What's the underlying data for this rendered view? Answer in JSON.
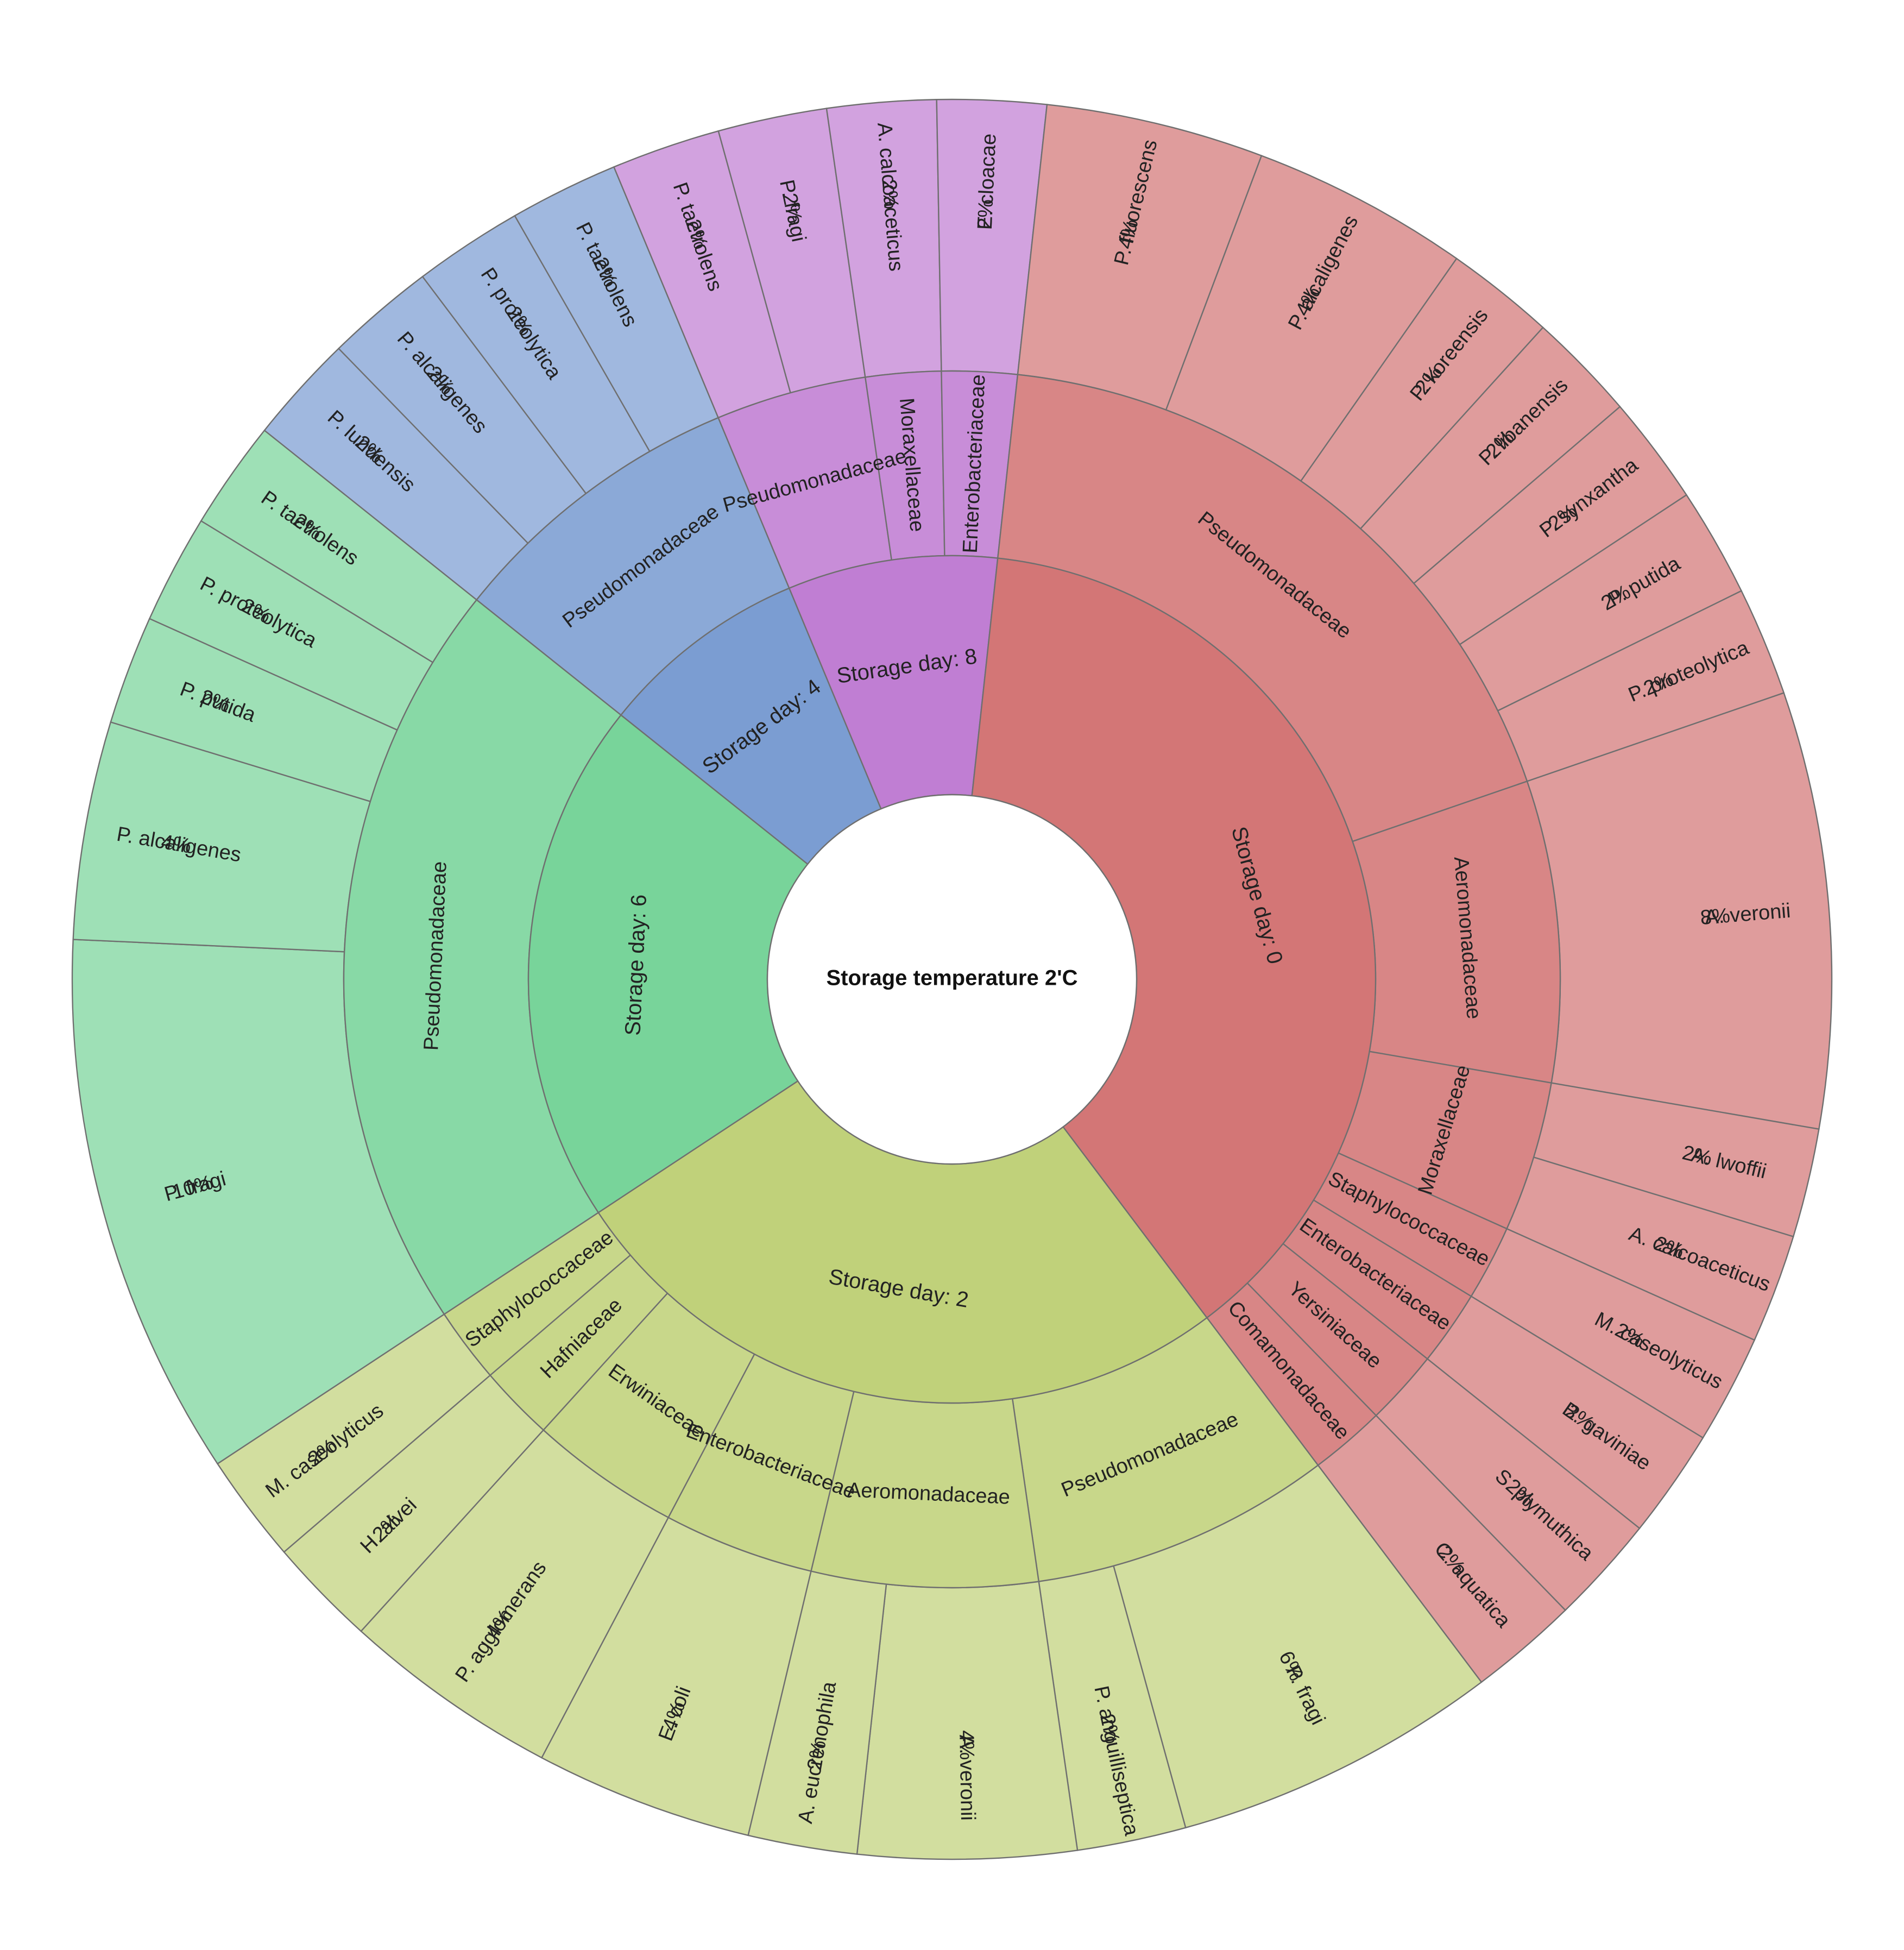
{
  "chart_data": {
    "type": "sunburst",
    "title": "Storage temperature 2'C",
    "days": [
      {
        "label": "Storage day: 2",
        "color": "#c0d17a",
        "families": [
          {
            "label": "Pseudomonadaceae",
            "children": [
              {
                "label": "P. fragi",
                "pct": "6%",
                "value": 6
              },
              {
                "label": "P. anguilliseptica",
                "pct": "2%",
                "value": 2
              }
            ]
          },
          {
            "label": "Aeromonadaceae",
            "children": [
              {
                "label": "A. veronii",
                "pct": "4%",
                "value": 4
              },
              {
                "label": "A. eucrenophila",
                "pct": "2%",
                "value": 2
              }
            ]
          },
          {
            "label": "Enterobacteriaceae",
            "children": [
              {
                "label": "E. coli",
                "pct": "4%",
                "value": 4
              }
            ]
          },
          {
            "label": "Erwiniaceae",
            "children": [
              {
                "label": "P. agglomerans",
                "pct": "4%",
                "value": 4
              }
            ]
          },
          {
            "label": "Hafniaceae",
            "children": [
              {
                "label": "H. alvei",
                "pct": "2%",
                "value": 2
              }
            ]
          },
          {
            "label": "Staphylococcaceae",
            "children": [
              {
                "label": "M. caseolyticus",
                "pct": "2%",
                "value": 2
              }
            ]
          }
        ]
      },
      {
        "label": "Storage day: 6",
        "color": "#78d49a",
        "families": [
          {
            "label": "Pseudomonadaceae",
            "children": [
              {
                "label": "P. fragi",
                "pct": "10%",
                "value": 10
              },
              {
                "label": "P. alcaligenes",
                "pct": "4%",
                "value": 4
              },
              {
                "label": "P. putida",
                "pct": "2%",
                "value": 2
              },
              {
                "label": "P. proteolytica",
                "pct": "2%",
                "value": 2
              },
              {
                "label": "P. taetrolens",
                "pct": "2%",
                "value": 2
              }
            ]
          }
        ]
      },
      {
        "label": "Storage day: 4",
        "color": "#7b9dd2",
        "families": [
          {
            "label": "Pseudomonadaceae",
            "children": [
              {
                "label": "P. lundensis",
                "pct": "2%",
                "value": 2
              },
              {
                "label": "P. alcaligenes",
                "pct": "2%",
                "value": 2
              },
              {
                "label": "P. proteolytica",
                "pct": "2%",
                "value": 2
              },
              {
                "label": "P. taetrolens",
                "pct": "2%",
                "value": 2
              }
            ]
          }
        ]
      },
      {
        "label": "Storage day: 8",
        "color": "#c07ed3",
        "families": [
          {
            "label": "Pseudomonadaceae",
            "children": [
              {
                "label": "P. taetrolens",
                "pct": "2%",
                "value": 2
              },
              {
                "label": "P. fragi",
                "pct": "2%",
                "value": 2
              }
            ]
          },
          {
            "label": "Moraxellaceae",
            "children": [
              {
                "label": "A. calcoaceticus",
                "pct": "2%",
                "value": 2
              }
            ]
          },
          {
            "label": "Enterobacteriaceae",
            "children": [
              {
                "label": "E. cloacae",
                "pct": "2%",
                "value": 2
              }
            ]
          }
        ]
      },
      {
        "label": "Storage day: 0",
        "color": "#d37676",
        "families": [
          {
            "label": "Pseudomonadaceae",
            "children": [
              {
                "label": "P. fluorescens",
                "pct": "4%",
                "value": 4
              },
              {
                "label": "P. alcaligenes",
                "pct": "4%",
                "value": 4
              },
              {
                "label": "P. koreensis",
                "pct": "2%",
                "value": 2
              },
              {
                "label": "P. libanensis",
                "pct": "2%",
                "value": 2
              },
              {
                "label": "P. synxantha",
                "pct": "2%",
                "value": 2
              },
              {
                "label": "P. putida",
                "pct": "2%",
                "value": 2
              },
              {
                "label": "P. proteolytica",
                "pct": "2%",
                "value": 2
              }
            ]
          },
          {
            "label": "Aeromonadaceae",
            "children": [
              {
                "label": "A. veronii",
                "pct": "8%",
                "value": 8
              }
            ]
          },
          {
            "label": "Moraxellaceae",
            "children": [
              {
                "label": "A. lwoffii",
                "pct": "2%",
                "value": 2
              },
              {
                "label": "A. calcoaceticus",
                "pct": "2%",
                "value": 2
              }
            ]
          },
          {
            "label": "Staphylococcaceae",
            "children": [
              {
                "label": "M. caseolyticus",
                "pct": "2%",
                "value": 2
              }
            ]
          },
          {
            "label": "Enterobacteriaceae",
            "children": [
              {
                "label": "B. gaviniae",
                "pct": "2%",
                "value": 2
              }
            ]
          },
          {
            "label": "Yersiniaceae",
            "children": [
              {
                "label": "S. plymuthica",
                "pct": "2%",
                "value": 2
              }
            ]
          },
          {
            "label": "Comamonadaceae",
            "children": [
              {
                "label": "C. aquatica",
                "pct": "2%",
                "value": 2
              }
            ]
          }
        ]
      }
    ]
  }
}
